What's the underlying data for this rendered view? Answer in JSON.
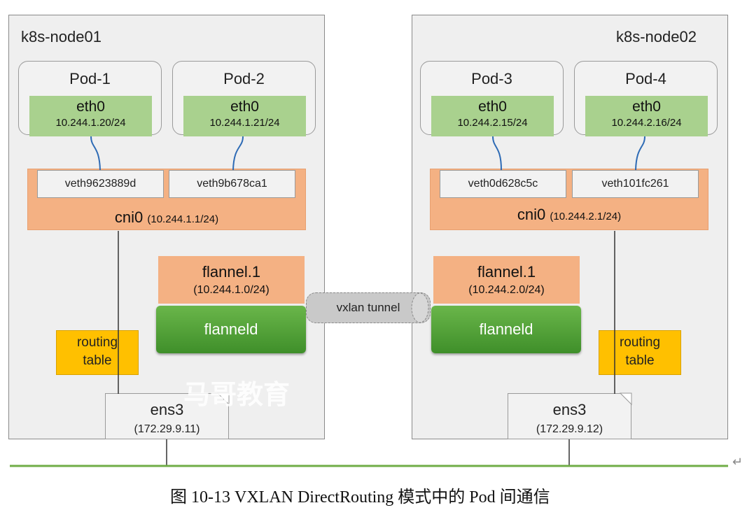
{
  "nodes": [
    {
      "name": "k8s-node01",
      "pods": [
        {
          "title": "Pod-1",
          "eth": "eth0",
          "ip": "10.244.1.20/24"
        },
        {
          "title": "Pod-2",
          "eth": "eth0",
          "ip": "10.244.1.21/24"
        }
      ],
      "veths": [
        "veth9623889d",
        "veth9b678ca1"
      ],
      "cni": {
        "name": "cni0",
        "ip": "(10.244.1.1/24)"
      },
      "flannel": {
        "name": "flannel.1",
        "ip": "(10.244.1.0/24)"
      },
      "flanneld": "flanneld",
      "routing": [
        "routing",
        "table"
      ],
      "ens": {
        "name": "ens3",
        "ip": "(172.29.9.11)"
      }
    },
    {
      "name": "k8s-node02",
      "pods": [
        {
          "title": "Pod-3",
          "eth": "eth0",
          "ip": "10.244.2.15/24"
        },
        {
          "title": "Pod-4",
          "eth": "eth0",
          "ip": "10.244.2.16/24"
        }
      ],
      "veths": [
        "veth0d628c5c",
        "veth101fc261"
      ],
      "cni": {
        "name": "cni0",
        "ip": "(10.244.2.1/24)"
      },
      "flannel": {
        "name": "flannel.1",
        "ip": "(10.244.2.0/24)"
      },
      "flanneld": "flanneld",
      "routing": [
        "routing",
        "table"
      ],
      "ens": {
        "name": "ens3",
        "ip": "(172.29.9.12)"
      }
    }
  ],
  "tunnel": "vxlan tunnel",
  "watermark": "马哥教育",
  "caption": "图 10-13 VXLAN DirectRouting 模式中的 Pod 间通信",
  "return_mark": "↵",
  "colors": {
    "node_bg": "#efefef",
    "eth": "#a9d18e",
    "cni": "#f4b183",
    "flanneld": "#4ea336",
    "routing": "#ffc000",
    "network_line": "#70ad47"
  }
}
